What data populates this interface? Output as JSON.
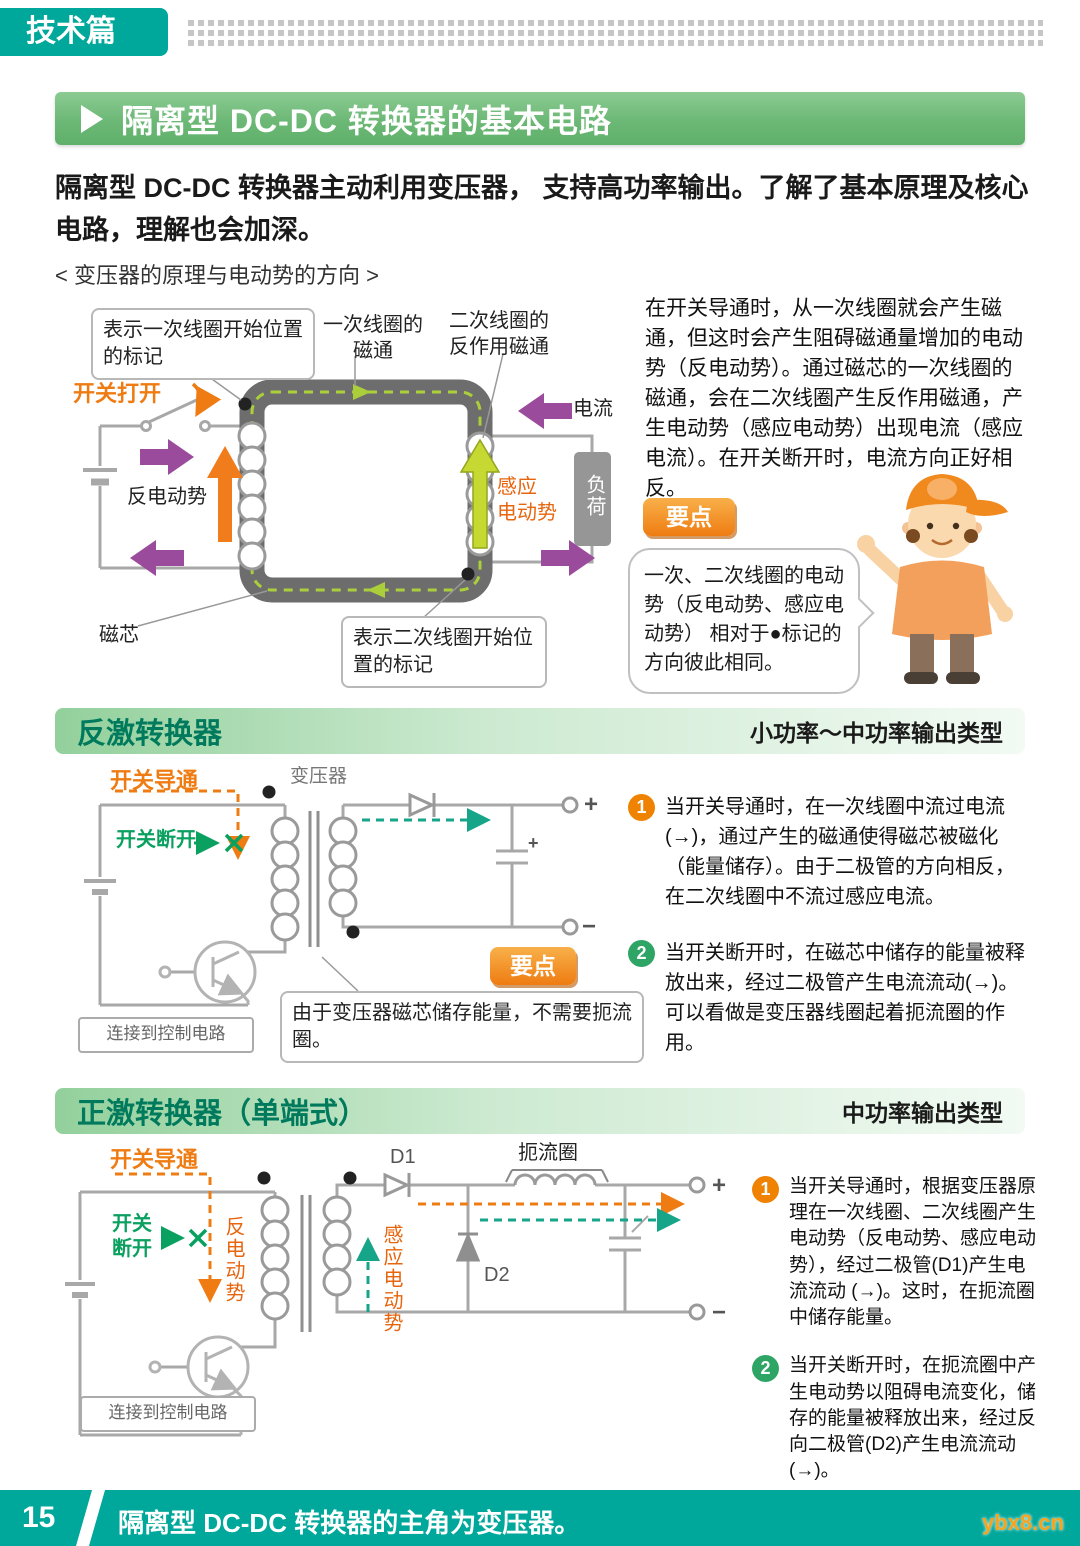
{
  "header": {
    "tag": "技术篇"
  },
  "title_bar": {
    "title": "隔离型 DC-DC 转换器的基本电路"
  },
  "intro": "隔离型 DC-DC 转换器主动利用变压器， 支持高功率输出。了解了基本原理及核心电路，理解也会加深。",
  "principle": {
    "heading": "< 变压器的原理与电动势的方向 >",
    "labels": {
      "primary_mark_note": "表示一次线圈开始位置的标记",
      "primary_flux": "一次线圈的磁通",
      "secondary_flux": "二次线圈的反作用磁通",
      "switch_open": "开关打开",
      "back_emf": "反电动势",
      "induced_emf": "感应\n电动势",
      "current": "电流",
      "load": "负荷",
      "core": "磁芯",
      "secondary_mark_note": "表示二次线圈开始位置的标记"
    },
    "description": "在开关导通时，从一次线圈就会产生磁通，但这时会产生阻碍磁通量增加的电动势（反电动势）。通过磁芯的一次线圈的磁通，会在二次线圈产生反作用磁通，产生电动势（感应电动势）出现电流（感应电流）。在开关断开时，电流方向正好相反。",
    "keypoint_label": "要点",
    "keypoint_bubble": "一次、二次线圈的电动势（反电动势、感应电动势） 相对于●标记的方向彼此相同。"
  },
  "flyback": {
    "title": "反激转换器",
    "type_tag": "小功率～中功率输出类型",
    "labels": {
      "switch_on": "开关导通",
      "switch_off": "开关断开",
      "transformer": "变压器",
      "control": "连接到控制电路",
      "plus": "+",
      "minus": "−"
    },
    "keypoint_label": "要点",
    "keypoint_note": "由于变压器磁芯储存能量，不需要扼流圈。",
    "points": [
      {
        "num": "1",
        "text": "当开关导通时，在一次线圈中流过电流(→)，通过产生的磁通使得磁芯被磁化（能量储存）。由于二极管的方向相反，在二次线圈中不流过感应电流。"
      },
      {
        "num": "2",
        "text": "当开关断开时，在磁芯中储存的能量被释放出来，经过二极管产生电流流动(→)。可以看做是变压器线圈起着扼流圈的作用。"
      }
    ]
  },
  "forward": {
    "title": "正激转换器（单端式）",
    "type_tag": "中功率输出类型",
    "labels": {
      "switch_on": "开关导通",
      "switch_off": "开关\n断开",
      "back_emf": "反电动势",
      "induced_emf": "感应电动势",
      "d1": "D1",
      "d2": "D2",
      "choke": "扼流圈",
      "control": "连接到控制电路",
      "plus": "+",
      "minus": "−"
    },
    "points": [
      {
        "num": "1",
        "text": "当开关导通时，根据变压器原理在一次线圈、二次线圈产生电动势（反电动势、感应电动势），经过二极管(D1)产生电流流动 (→)。这时，在扼流圈中储存能量。"
      },
      {
        "num": "2",
        "text": "当开关断开时，在扼流圈中产生电动势以阻碍电流变化，储存的能量被释放出来，经过反向二极管(D2)产生电流流动(→)。"
      }
    ]
  },
  "footer": {
    "page_number": "15",
    "text": "隔离型 DC-DC 转换器的主角为变压器。",
    "watermark": "ybx8.cn"
  },
  "colors": {
    "teal": "#00a79b",
    "green_title": "#007a5c",
    "orange": "#ee7c12",
    "purple": "#9a4b9c",
    "lime": "#c6d832",
    "teal_arrow": "#17a589",
    "green_arrow": "#0aa05f"
  }
}
